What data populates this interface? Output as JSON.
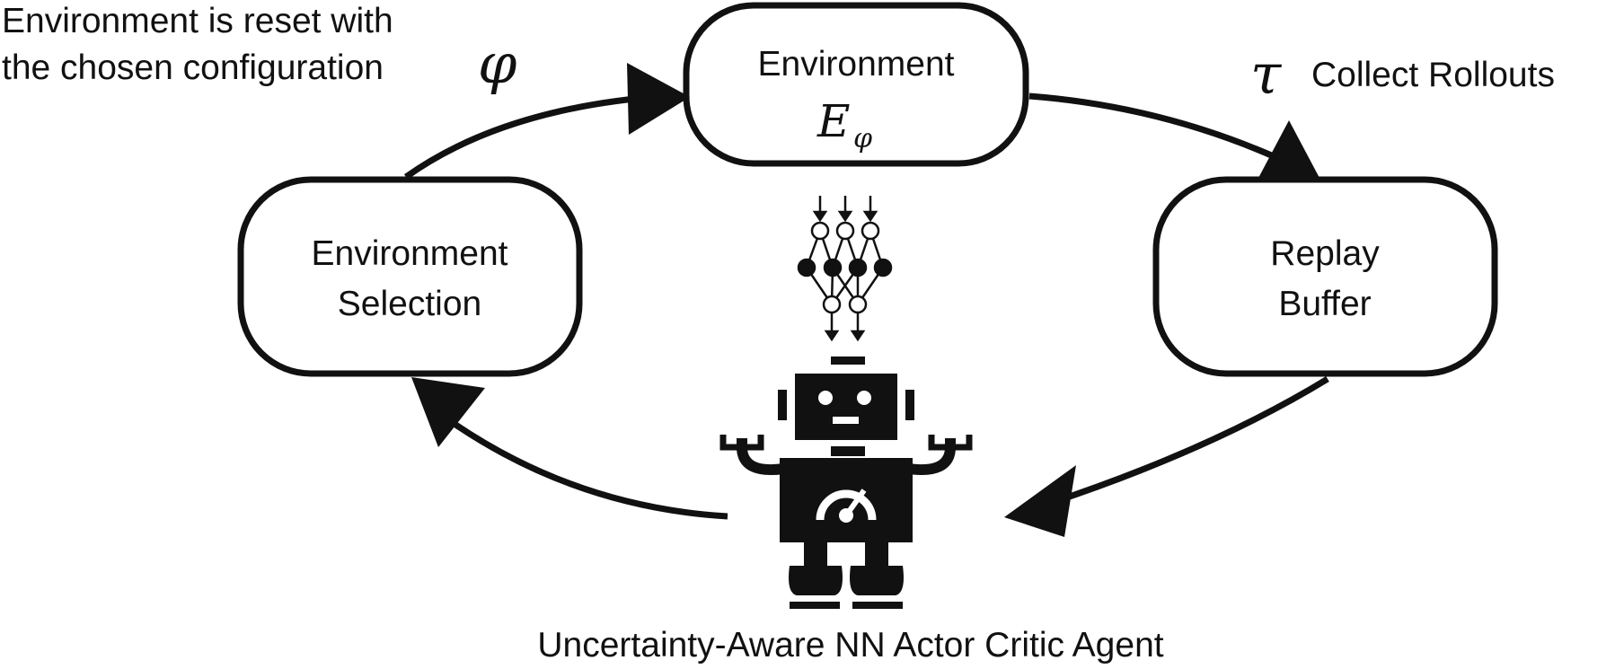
{
  "top_left_caption": {
    "line1": "Environment is reset with",
    "line2": "the chosen configuration",
    "symbol": "φ"
  },
  "nodes": {
    "environment": {
      "label": "Environment",
      "symbol_main": "E",
      "symbol_sub": "φ"
    },
    "environment_selection": {
      "line1": "Environment",
      "line2": "Selection"
    },
    "replay_buffer": {
      "line1": "Replay",
      "line2": "Buffer"
    }
  },
  "collect_rollouts": {
    "symbol": "τ",
    "label": "Collect Rollouts"
  },
  "agent": {
    "caption": "Uncertainty-Aware NN Actor Critic Agent"
  },
  "colors": {
    "stroke": "#111111",
    "background": "#ffffff"
  },
  "icons": [
    "neural-network-icon",
    "robot-icon",
    "speedometer-icon"
  ]
}
